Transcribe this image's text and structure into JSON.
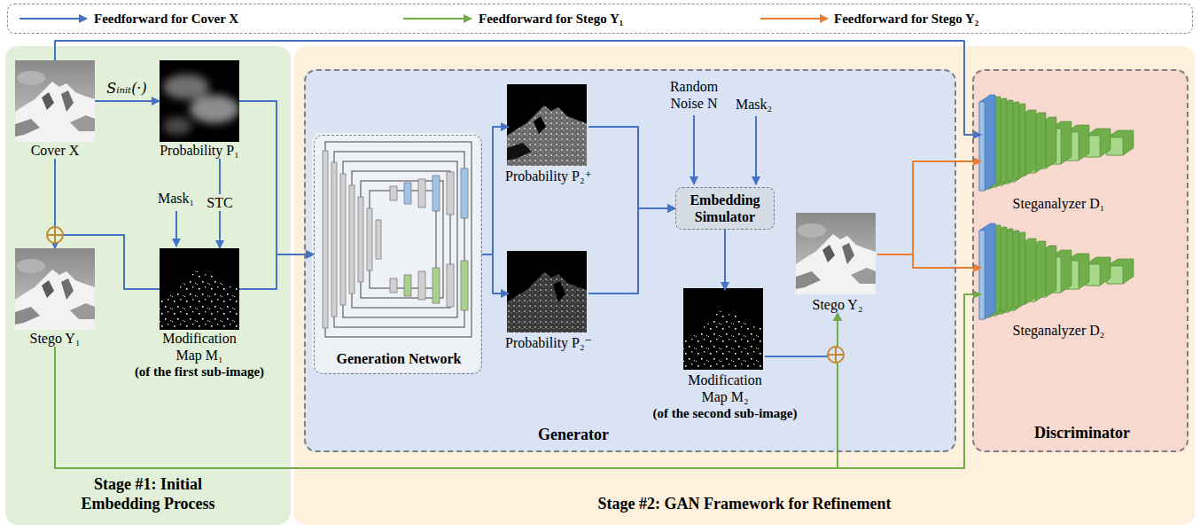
{
  "diagram": {
    "nodes": [
      {
        "text": [
          "Stage #1: Initial Embedding Process"
        ]
      },
      {
        "text": [
          "Cover X"
        ],
        "in": 0
      },
      {
        "text": [
          "Probability P₁"
        ],
        "in": 0
      },
      {
        "text": [
          "Stego Y₁"
        ],
        "in": 0
      },
      {
        "text": [
          "Modification Map M₁",
          "(of the first sub-image)"
        ],
        "in": 0
      },
      {
        "text": [
          "Stage #2: GAN Framework for Refinement"
        ]
      },
      {
        "text": [
          "Generator"
        ],
        "in": 5
      },
      {
        "text": [
          "Generation Network"
        ],
        "in": 6
      },
      {
        "text": [
          "Probability P₂⁺"
        ],
        "in": 6
      },
      {
        "text": [
          "Probability P₂⁻"
        ],
        "in": 6
      },
      {
        "text": [
          "Embedding Simulator"
        ],
        "in": 6
      },
      {
        "text": [
          "Modification Map M₂",
          "(of the second sub-image)"
        ],
        "in": 6
      },
      {
        "text": [
          "Stego Y₂"
        ],
        "in": 6
      },
      {
        "text": [
          "Discriminator"
        ],
        "in": 5
      },
      {
        "text": [
          "Steganalyzer D₁"
        ],
        "in": 13
      },
      {
        "text": [
          "Steganalyzer D₂"
        ],
        "in": 13
      }
    ],
    "edges": [
      {
        "from": 1,
        "to": 2,
        "arrow": "to",
        "label": "Sᵢₙᵢₜ(·)"
      },
      {
        "from": 2,
        "to": 4,
        "arrow": "to",
        "label": "STC"
      },
      {
        "from": 1,
        "to": 3,
        "arrow": "to"
      },
      {
        "from": 4,
        "to": 3,
        "arrow": "to"
      },
      {
        "from": 1,
        "to": 14,
        "arrow": "to"
      },
      {
        "from": 2,
        "to": 7,
        "arrow": "to"
      },
      {
        "from": 4,
        "to": 7,
        "arrow": "to"
      },
      {
        "from": 7,
        "to": 8,
        "arrow": "to"
      },
      {
        "from": 7,
        "to": 9,
        "arrow": "to"
      },
      {
        "from": 8,
        "to": 10,
        "arrow": "to"
      },
      {
        "from": 9,
        "to": 10,
        "arrow": "to"
      },
      {
        "from": 10,
        "to": 11,
        "arrow": "to"
      },
      {
        "from": 11,
        "to": 12,
        "arrow": "to"
      },
      {
        "from": 3,
        "to": 12,
        "arrow": "to"
      },
      {
        "from": 3,
        "to": 15,
        "arrow": "to"
      },
      {
        "from": 12,
        "to": 14,
        "arrow": "to"
      },
      {
        "from": 12,
        "to": 15,
        "arrow": "to"
      }
    ],
    "labels": [
      "Mask₁",
      "Random Noise N",
      "Mask₂"
    ],
    "legend": [
      {
        "text": "Feedforward for Cover X"
      },
      {
        "text": "Feedforward for Stego Y₁"
      },
      {
        "text": "Feedforward for Stego Y₂"
      }
    ]
  }
}
